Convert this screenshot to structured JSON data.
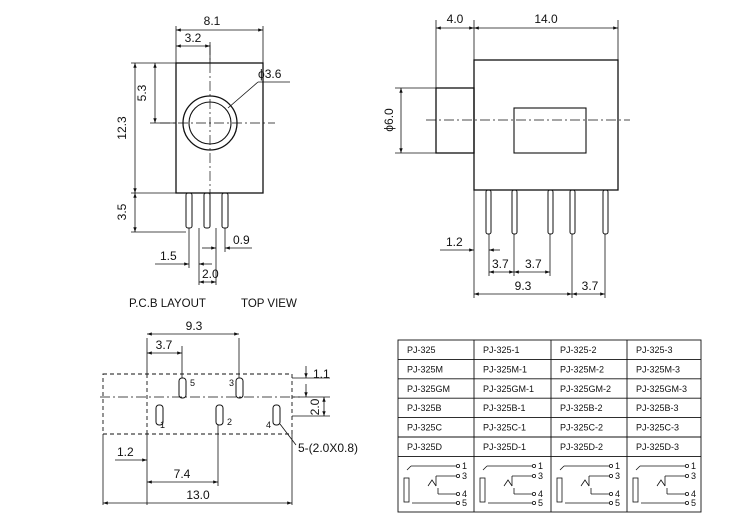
{
  "front_view": {
    "width_dim": "8.1",
    "offset_dim": "3.2",
    "half_height_dim": "5.3",
    "height_dim": "12.3",
    "hole_dia": "ϕ3.6",
    "pin_len_dim": "3.5",
    "pin_spacing_dim": "1.5",
    "pin_pitch_dim": "2.0",
    "pin_width_dim": "0.9"
  },
  "side_view": {
    "sleeve_len_dim": "4.0",
    "body_len_dim": "14.0",
    "sleeve_dia_dim": "ϕ6.0",
    "edge_dim": "1.2",
    "pitch_a_dim": "3.7",
    "pitch_b_dim": "3.7",
    "span_dim": "9.3",
    "end_pitch_dim": "3.7"
  },
  "pcb": {
    "caption": "P.C.B LAYOUT",
    "view_caption": "TOP VIEW",
    "span_dim": "9.3",
    "pitch_dim": "3.7",
    "row_offset_dim": "1.1",
    "row_pitch_dim": "2.0",
    "edge_dim": "1.2",
    "hole_pitch_dim": "7.4",
    "total_dim": "13.0",
    "slot_note": "5-(2.0X0.8)",
    "pad_labels": [
      "1",
      "2",
      "3",
      "4",
      "5"
    ]
  },
  "model_table": {
    "rows": [
      [
        "PJ-325",
        "PJ-325-1",
        "PJ-325-2",
        "PJ-325-3"
      ],
      [
        "PJ-325M",
        "PJ-325M-1",
        "PJ-325M-2",
        "PJ-325M-3"
      ],
      [
        "PJ-325GM",
        "PJ-325GM-1",
        "PJ-325GM-2",
        "PJ-325GM-3"
      ],
      [
        "PJ-325B",
        "PJ-325B-1",
        "PJ-325B-2",
        "PJ-325B-3"
      ],
      [
        "PJ-325C",
        "PJ-325C-1",
        "PJ-325C-2",
        "PJ-325C-3"
      ],
      [
        "PJ-325D",
        "PJ-325D-1",
        "PJ-325D-2",
        "PJ-325D-3"
      ]
    ],
    "schematic_pins": [
      [
        "1",
        "3",
        "4",
        "5"
      ],
      [
        "1",
        "3",
        "4",
        "5"
      ],
      [
        "1",
        "3",
        "4",
        "5"
      ],
      [
        "1",
        "3",
        "4",
        "5"
      ]
    ]
  }
}
